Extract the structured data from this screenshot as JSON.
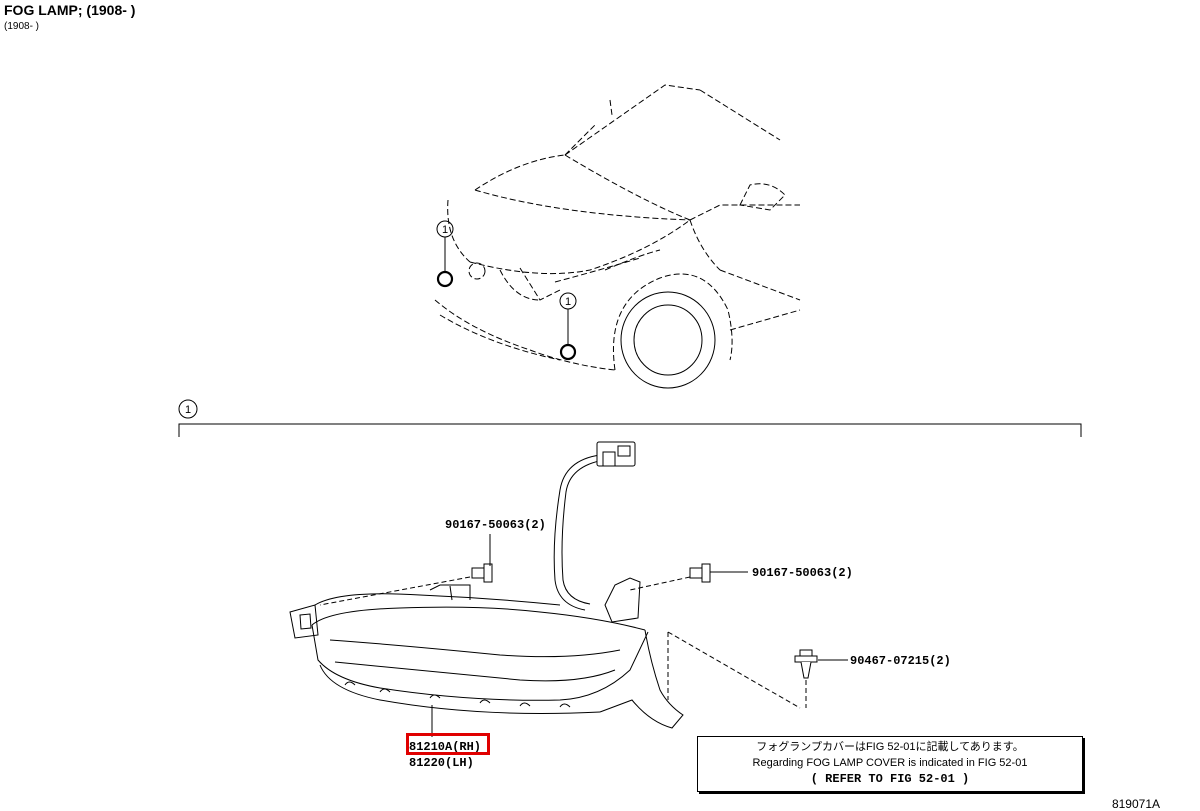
{
  "header": {
    "title": "FOG LAMP; (1908- )",
    "subtitle": "(1908- )"
  },
  "figure": {
    "code": "819071A",
    "callout_number": "1",
    "bracket_callout_number": "1"
  },
  "parts": {
    "bolt_upper_left": "90167-50063(2)",
    "bolt_upper_right": "90167-50063(2)",
    "clip": "90467-07215(2)",
    "lamp_rh": "81210A(RH)",
    "lamp_lh": "81220(LH)"
  },
  "note": {
    "line_jp": "フォグランプカバーはFIG 52-01に記載してあります。",
    "line_en": "Regarding FOG LAMP COVER is indicated in FIG 52-01",
    "line_ref": "( REFER TO FIG 52-01 )"
  },
  "colors": {
    "highlight": "#e00000",
    "line": "#000000"
  }
}
